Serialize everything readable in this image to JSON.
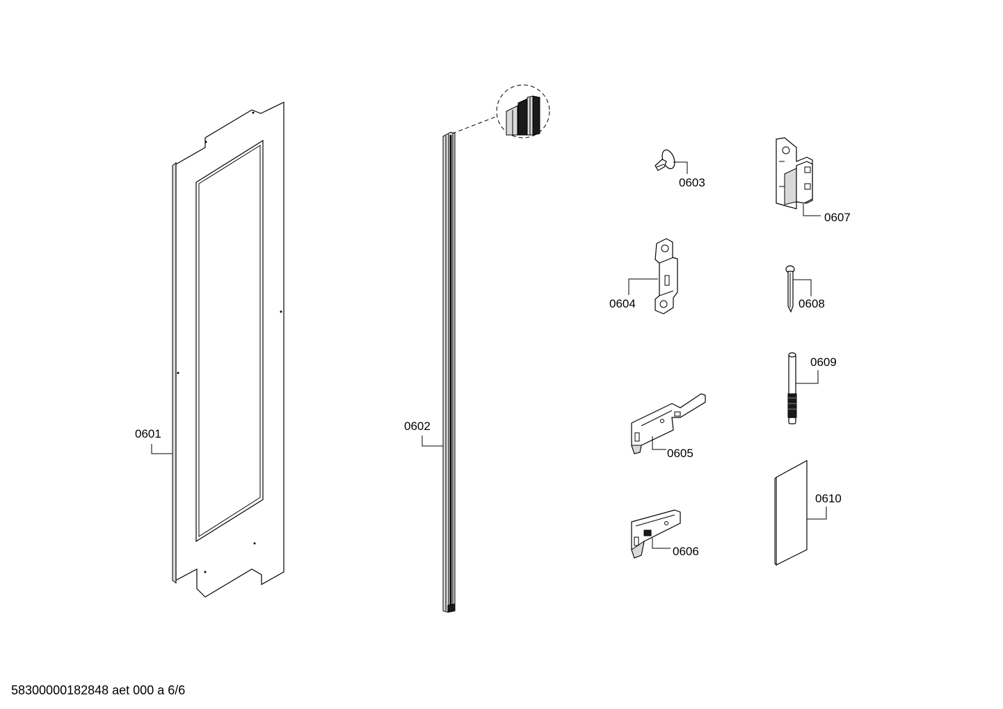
{
  "diagram": {
    "parts": [
      {
        "id": "0601",
        "label": "0601"
      },
      {
        "id": "0602",
        "label": "0602"
      },
      {
        "id": "0603",
        "label": "0603"
      },
      {
        "id": "0604",
        "label": "0604"
      },
      {
        "id": "0605",
        "label": "0605"
      },
      {
        "id": "0606",
        "label": "0606"
      },
      {
        "id": "0607",
        "label": "0607"
      },
      {
        "id": "0608",
        "label": "0608"
      },
      {
        "id": "0609",
        "label": "0609"
      },
      {
        "id": "0610",
        "label": "0610"
      }
    ],
    "footer_text": "58300000182848 aet 000 a 6/6"
  }
}
